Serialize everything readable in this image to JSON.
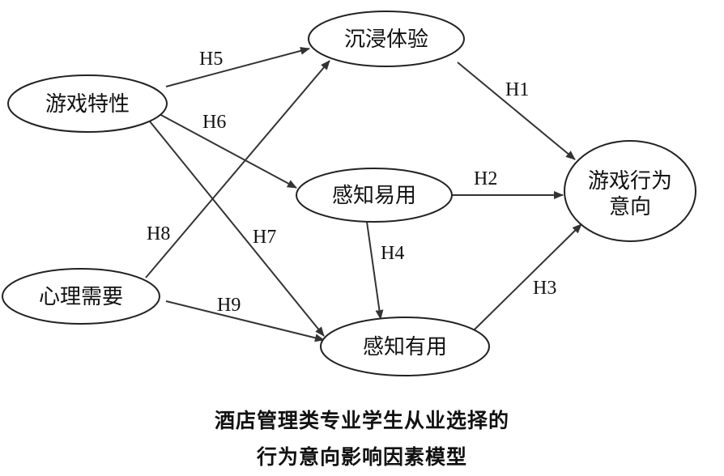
{
  "nodes": {
    "game_features": "游戏特性",
    "immersion": "沉浸体验",
    "perceived_ease": "感知易用",
    "psych_needs": "心理需要",
    "perceived_usefulness": "感知有用",
    "intention_line1": "游戏行为",
    "intention_line2": "意向"
  },
  "edges": {
    "h1": "H1",
    "h2": "H2",
    "h3": "H3",
    "h4": "H4",
    "h5": "H5",
    "h6": "H6",
    "h7": "H7",
    "h8": "H8",
    "h9": "H9"
  },
  "caption": {
    "line1": "酒店管理类专业学生从业选择的",
    "line2": "行为意向影响因素模型"
  }
}
